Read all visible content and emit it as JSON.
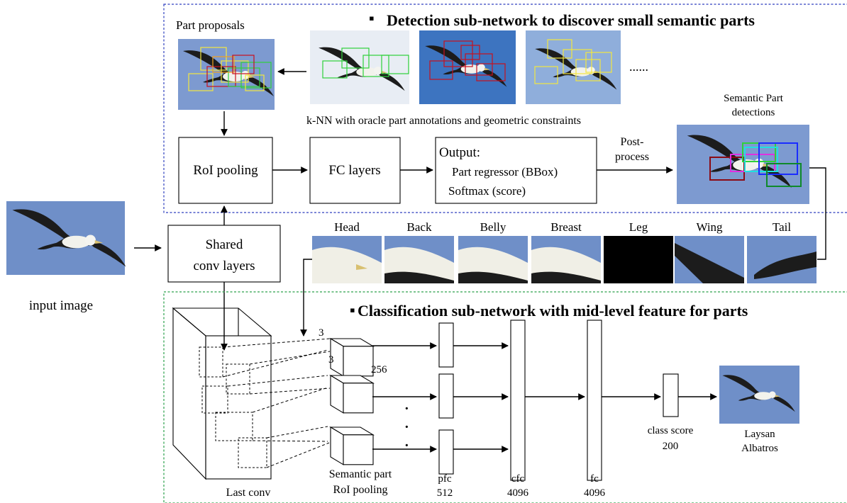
{
  "detection": {
    "title": "Detection sub-network to discover small semantic parts",
    "bullet": "▪",
    "part_proposals_label": "Part proposals",
    "knn_caption": "k-NN with oracle part annotations and geometric constraints",
    "ellipsis": "......",
    "roi_pooling": "RoI pooling",
    "fc_layers": "FC layers",
    "output_title": "Output:",
    "output_line1": "Part regressor (BBox)",
    "output_line2": "Softmax (score)",
    "postprocess_line1": "Post-",
    "postprocess_line2": "process",
    "semantic_detections_line1": "Semantic Part",
    "semantic_detections_line2": "detections"
  },
  "input": {
    "label": "input image",
    "shared_conv_line1": "Shared",
    "shared_conv_line2": "conv layers"
  },
  "parts": [
    "Head",
    "Back",
    "Belly",
    "Breast",
    "Leg",
    "Wing",
    "Tail"
  ],
  "classification": {
    "title": "Classification sub-network with mid-level feature for parts",
    "bullet": "▪",
    "last_conv": "Last conv",
    "kernel_h": "3",
    "kernel_w": "3",
    "channels": "256",
    "vdots": "·",
    "semantic_roi_line1": "Semantic part",
    "semantic_roi_line2": "RoI pooling",
    "pfc_name": "pfc",
    "pfc_dim": "512",
    "cfc_name": "cfc",
    "cfc_dim": "4096",
    "fc_name": "fc",
    "fc_dim": "4096",
    "class_score_line1": "class score",
    "class_score_line2": "200",
    "result_line1": "Laysan",
    "result_line2": "Albatros"
  },
  "colors": {
    "sky": "#6f8fc8",
    "sky_light": "#9db7e0",
    "detection_border": "#2e3fbf",
    "classification_border": "#2aa04a",
    "box_green": "#2fd13a",
    "box_yellow": "#f2e640",
    "box_red": "#c8101e",
    "box_blue": "#1a2cff",
    "box_magenta": "#e030e0",
    "box_cyan": "#20e0e0",
    "box_darkred": "#8b0a14",
    "box_darkgreen": "#0f8a2a"
  }
}
